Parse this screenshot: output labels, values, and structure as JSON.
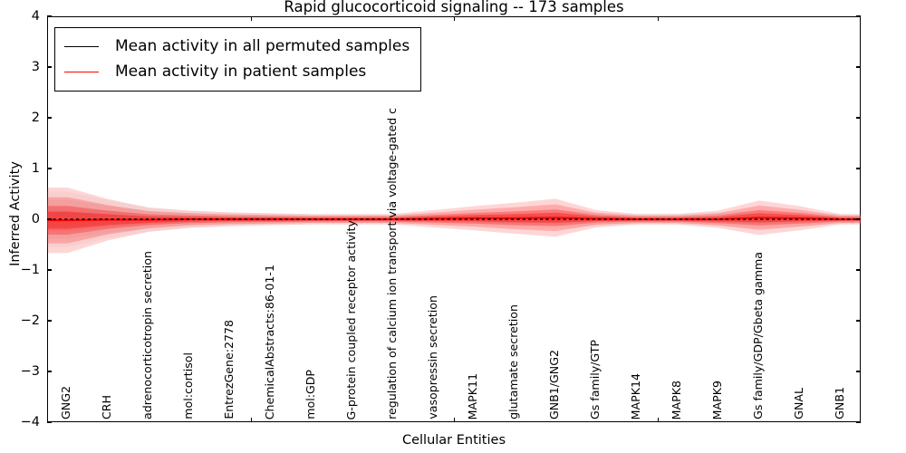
{
  "chart_data": {
    "type": "line",
    "title": "Rapid glucocorticoid signaling -- 173 samples",
    "xlabel": "Cellular Entities",
    "ylabel": "Inferred Activity",
    "ylim": [
      -4,
      4
    ],
    "yticks": [
      4,
      3,
      2,
      1,
      0,
      -1,
      -2,
      -3,
      -4
    ],
    "ytick_labels": [
      "4",
      "3",
      "2",
      "1",
      "0",
      "−1",
      "−2",
      "−3",
      "−4"
    ],
    "grid": false,
    "legend_position": "upper left",
    "categories": [
      "GNG2",
      "CRH",
      "adrenocorticotropin secretion",
      "mol:cortisol",
      "EntrezGene:2778",
      "ChemicalAbstracts:86-01-1",
      "mol:GDP",
      "G-protein coupled receptor activity",
      "regulation of calcium ion transport via voltage-gated c",
      "vasopressin secretion",
      "MAPK11",
      "glutamate secretion",
      "GNB1/GNG2",
      "Gs family/GTP",
      "MAPK14",
      "MAPK8",
      "MAPK9",
      "Gs family/GDP/Gbeta gamma",
      "GNAL",
      "GNB1"
    ],
    "series": [
      {
        "name": "Mean activity in all permuted samples",
        "color": "#000000",
        "values": [
          0.0,
          0.0,
          0.0,
          0.0,
          0.0,
          0.0,
          0.0,
          0.0,
          0.0,
          0.0,
          0.0,
          0.0,
          0.0,
          0.0,
          0.0,
          0.0,
          0.0,
          0.0,
          0.0,
          0.0
        ],
        "band_halfwidth": [
          0.16,
          0.11,
          0.07,
          0.05,
          0.04,
          0.035,
          0.03,
          0.03,
          0.03,
          0.03,
          0.035,
          0.045,
          0.05,
          0.04,
          0.035,
          0.035,
          0.04,
          0.05,
          0.04,
          0.03
        ]
      },
      {
        "name": "Mean activity in patient samples",
        "color": "#ff0000",
        "values": [
          -0.02,
          -0.01,
          -0.01,
          0.0,
          0.0,
          0.0,
          0.0,
          0.0,
          0.0,
          0.01,
          0.02,
          0.02,
          0.03,
          0.01,
          0.0,
          0.0,
          0.0,
          0.03,
          0.02,
          0.0
        ],
        "band_halfwidth": [
          0.19,
          0.12,
          0.07,
          0.05,
          0.04,
          0.035,
          0.03,
          0.03,
          0.03,
          0.05,
          0.07,
          0.09,
          0.11,
          0.05,
          0.03,
          0.03,
          0.05,
          0.1,
          0.07,
          0.03
        ]
      }
    ]
  },
  "legend": {
    "entries": [
      {
        "label": "Mean activity in all permuted samples",
        "color": "#000000",
        "name": "legend-permuted"
      },
      {
        "label": "Mean activity in patient samples",
        "color": "#ff0000",
        "name": "legend-patient"
      }
    ]
  },
  "colors": {
    "permuted": "#000000",
    "patient": "#ff0000",
    "band_patient": "#ff0000",
    "band_permuted": "#b0b0b0",
    "axis": "#000000",
    "background": "#ffffff"
  }
}
